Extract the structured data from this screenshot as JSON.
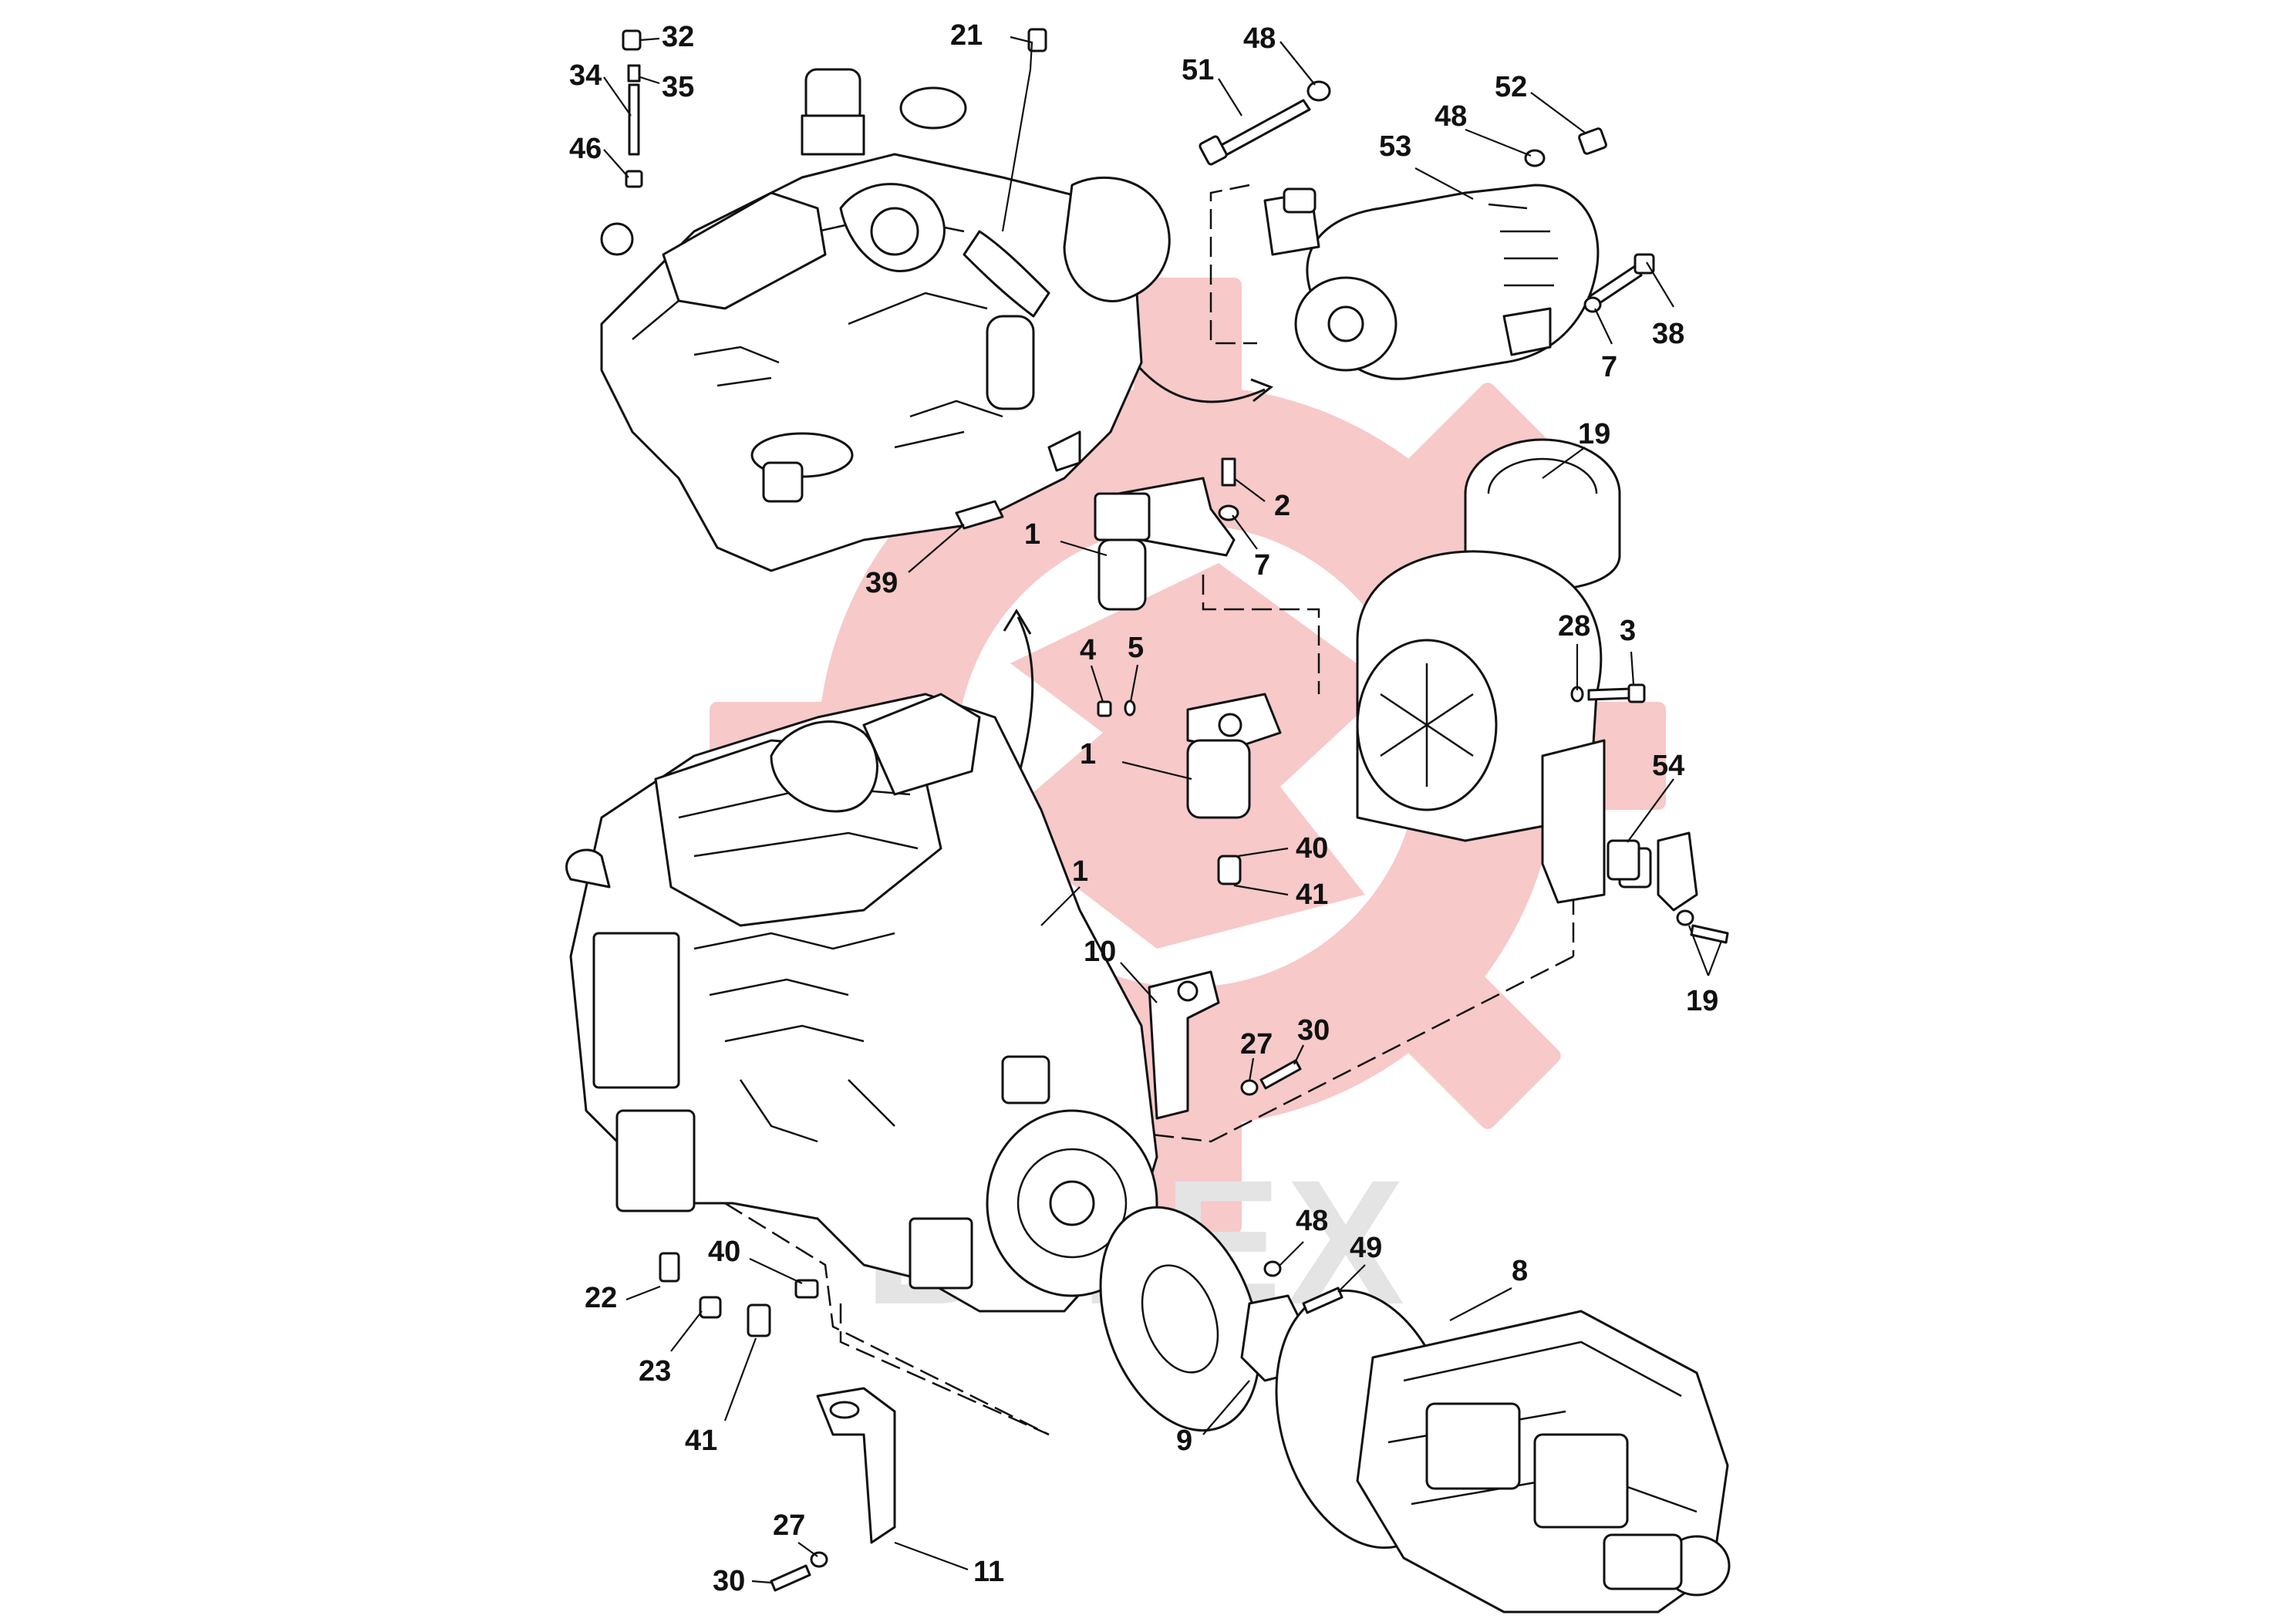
{
  "watermark": {
    "text": "BITEX",
    "logo_color": "#f7c4c4",
    "text_color": "#e4e4e4"
  },
  "callouts": [
    {
      "id": "c-32",
      "text": "32"
    },
    {
      "id": "c-34",
      "text": "34"
    },
    {
      "id": "c-35",
      "text": "35"
    },
    {
      "id": "c-46",
      "text": "46"
    },
    {
      "id": "c-21",
      "text": "21"
    },
    {
      "id": "c-48a",
      "text": "48"
    },
    {
      "id": "c-51",
      "text": "51"
    },
    {
      "id": "c-52",
      "text": "52"
    },
    {
      "id": "c-48b",
      "text": "48"
    },
    {
      "id": "c-53",
      "text": "53"
    },
    {
      "id": "c-38",
      "text": "38"
    },
    {
      "id": "c-7a",
      "text": "7"
    },
    {
      "id": "c-19a",
      "text": "19"
    },
    {
      "id": "c-2",
      "text": "2"
    },
    {
      "id": "c-7b",
      "text": "7"
    },
    {
      "id": "c-1a",
      "text": "1"
    },
    {
      "id": "c-39",
      "text": "39"
    },
    {
      "id": "c-28",
      "text": "28"
    },
    {
      "id": "c-3",
      "text": "3"
    },
    {
      "id": "c-4",
      "text": "4"
    },
    {
      "id": "c-5",
      "text": "5"
    },
    {
      "id": "c-1b",
      "text": "1"
    },
    {
      "id": "c-54",
      "text": "54"
    },
    {
      "id": "c-40a",
      "text": "40"
    },
    {
      "id": "c-41a",
      "text": "41"
    },
    {
      "id": "c-1c",
      "text": "1"
    },
    {
      "id": "c-10",
      "text": "10"
    },
    {
      "id": "c-27a",
      "text": "27"
    },
    {
      "id": "c-30a",
      "text": "30"
    },
    {
      "id": "c-19b",
      "text": "19"
    },
    {
      "id": "c-48c",
      "text": "48"
    },
    {
      "id": "c-49",
      "text": "49"
    },
    {
      "id": "c-8",
      "text": "8"
    },
    {
      "id": "c-22",
      "text": "22"
    },
    {
      "id": "c-40b",
      "text": "40"
    },
    {
      "id": "c-23",
      "text": "23"
    },
    {
      "id": "c-41b",
      "text": "41"
    },
    {
      "id": "c-9",
      "text": "9"
    },
    {
      "id": "c-27b",
      "text": "27"
    },
    {
      "id": "c-30b",
      "text": "30"
    },
    {
      "id": "c-11",
      "text": "11"
    }
  ]
}
